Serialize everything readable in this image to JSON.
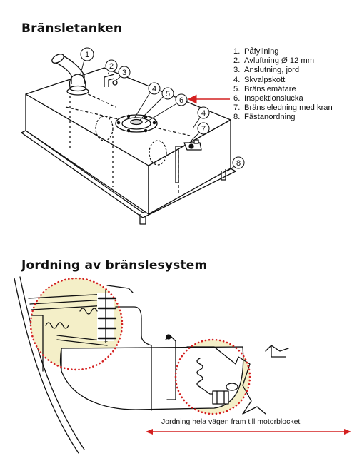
{
  "section1": {
    "title": "Bränsletanken",
    "legend": [
      {
        "num": "1.",
        "label": "Påfyllning"
      },
      {
        "num": "2.",
        "label": "Avluftning Ø 12 mm"
      },
      {
        "num": "3.",
        "label": "Anslutning, jord"
      },
      {
        "num": "4.",
        "label": "Skvalpskott"
      },
      {
        "num": "5.",
        "label": "Bränslemätare"
      },
      {
        "num": "6.",
        "label": "Inspektionslucka"
      },
      {
        "num": "7.",
        "label": "Bränsleledning med kran"
      },
      {
        "num": "8.",
        "label": "Fästanordning"
      }
    ],
    "callouts": [
      "1",
      "2",
      "3",
      "4",
      "5",
      "6",
      "4",
      "7",
      "8"
    ]
  },
  "section2": {
    "title": "Jordning av bränslesystem",
    "caption": "Jordning hela vägen fram till motorblocket"
  },
  "colors": {
    "accent_red": "#d42020",
    "ink": "#111111",
    "highlight_fill": "#f4efc8"
  }
}
